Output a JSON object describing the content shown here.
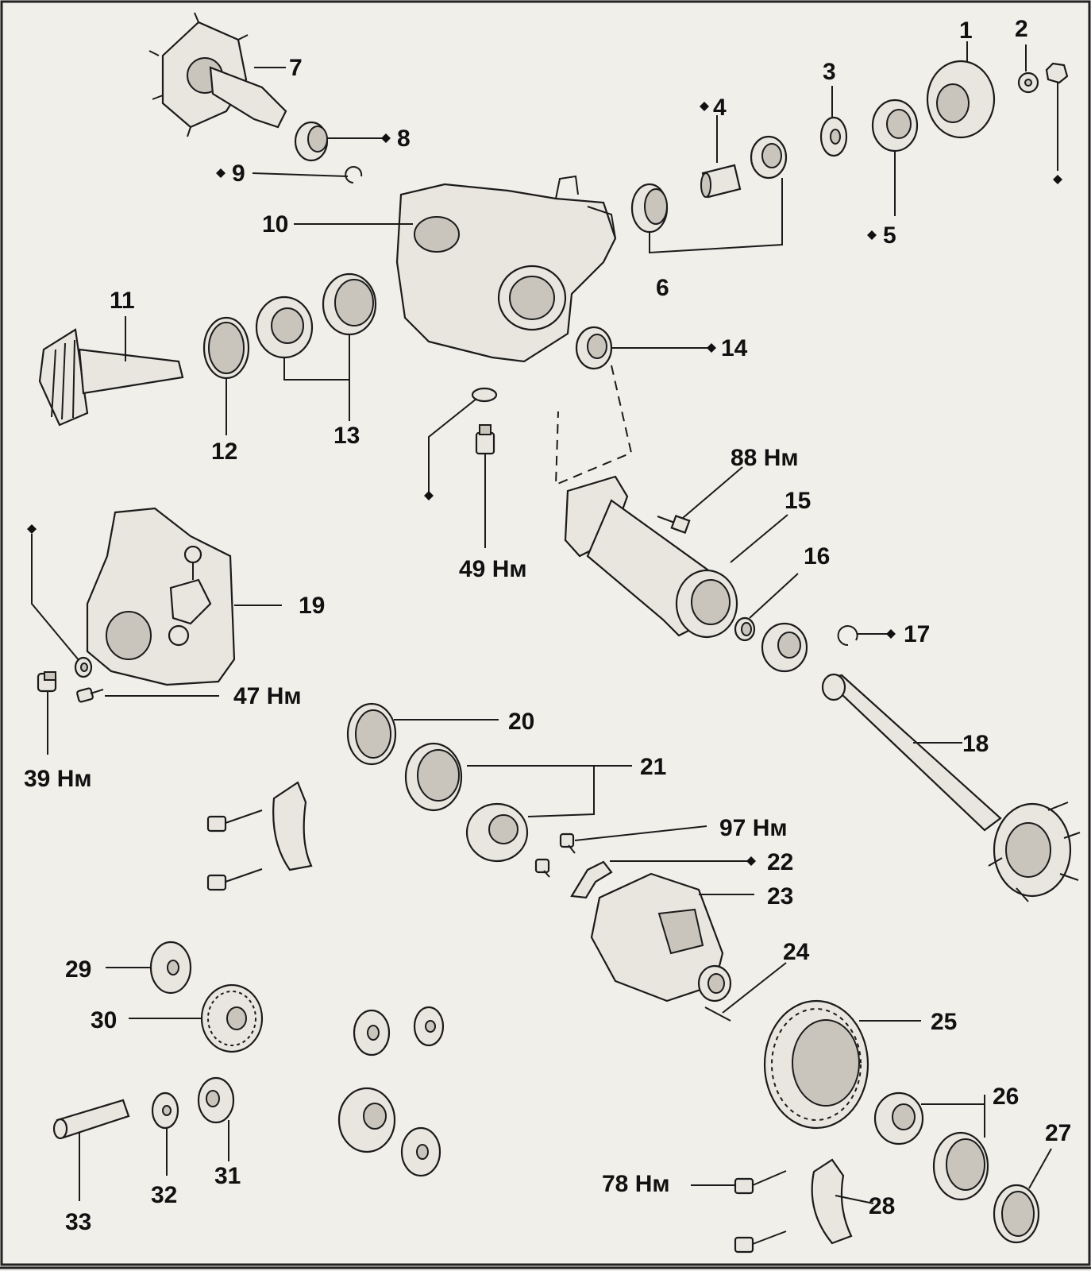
{
  "labels": {
    "l1": "1",
    "l2": "2",
    "l3": "3",
    "l4": "4",
    "l5": "5",
    "l6": "6",
    "l7": "7",
    "l8": "8",
    "l9": "9",
    "l10": "10",
    "l11": "11",
    "l12": "12",
    "l13": "13",
    "l14": "14",
    "l15": "15",
    "l16": "16",
    "l17": "17",
    "l18": "18",
    "l19": "19",
    "l20": "20",
    "l21": "21",
    "l22": "22",
    "l23": "23",
    "l24": "24",
    "l25": "25",
    "l26": "26",
    "l27": "27",
    "l28": "28",
    "l29": "29",
    "l30": "30",
    "l31": "31",
    "l32": "32",
    "l33": "33"
  },
  "torques": {
    "t88": "88 Нм",
    "t49": "49 Нм",
    "t47": "47 Нм",
    "t39": "39 Нм",
    "t97": "97 Нм",
    "t78": "78 Нм"
  },
  "colors": {
    "line": "#1b1b1b",
    "paper": "#f1efea",
    "part_fill": "#e9e6e0"
  },
  "markers": {
    "diamond_note": "diamond-icon marks non-reusable parts"
  }
}
